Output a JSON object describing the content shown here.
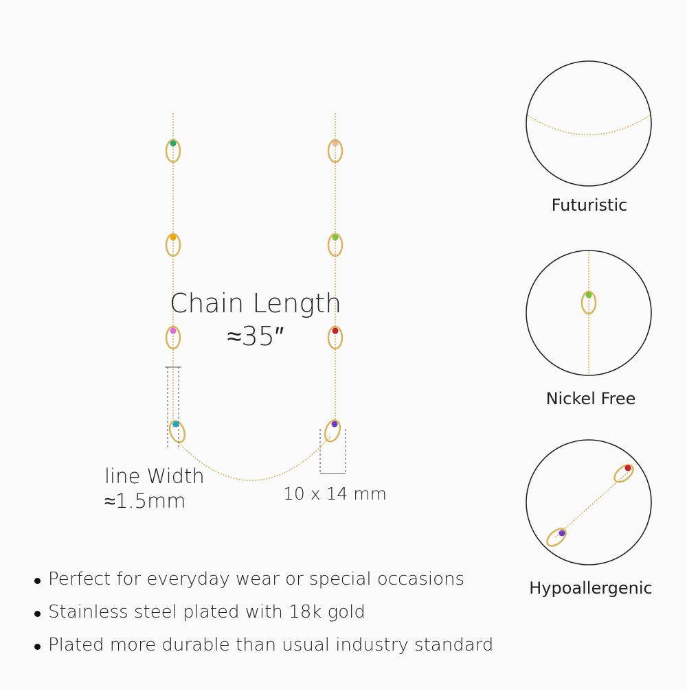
{
  "product_annotations": {
    "chain_length_title": "Chain Length",
    "chain_length_value": "≈35″",
    "line_width_label": "line Width",
    "line_width_value": "≈1.5mm",
    "pendant_size": "10 x 14 mm"
  },
  "features": [
    {
      "label": "Futuristic"
    },
    {
      "label": "Nickel Free"
    },
    {
      "label": "Hypoallergenic"
    }
  ],
  "bullets": [
    "Perfect for everyday wear or special occasions",
    "Stainless steel plated with 18k gold",
    "Plated more durable than usual industry standard"
  ],
  "colors": {
    "gold": "#d9b45a",
    "stones": [
      "#2aa86a",
      "#e8b79a",
      "#f0a500",
      "#7cc23a",
      "#e26ad6",
      "#c4202a",
      "#19a6c9",
      "#6c3ac4"
    ]
  }
}
